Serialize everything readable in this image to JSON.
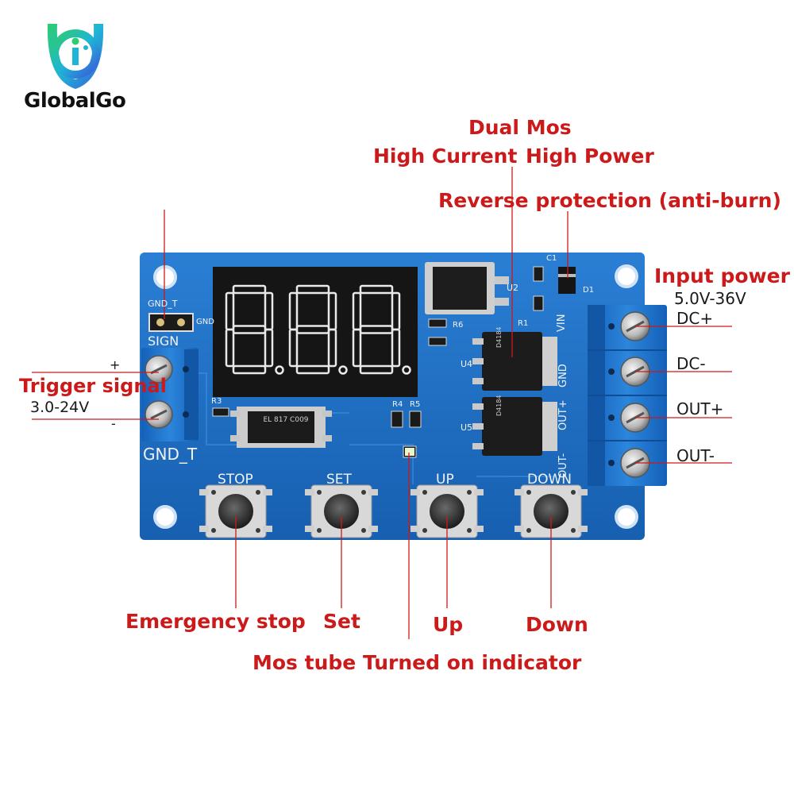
{
  "brand": {
    "name": "GlobalGo"
  },
  "callouts": {
    "dual_mos": "Dual Mos",
    "high_current": "High Current",
    "high_power": "High Power",
    "reverse_protection": "Reverse protection (anti-burn)",
    "input_power": "Input power",
    "input_range": "5.0V-36V",
    "trigger_signal": "Trigger signal",
    "trigger_range": "3.0-24V",
    "emergency_stop": "Emergency stop",
    "set": "Set",
    "up": "Up",
    "down": "Down",
    "mos_indicator": "Mos tube Turned on indicator"
  },
  "terminals": {
    "dc_plus": "DC+",
    "dc_minus": "DC-",
    "out_plus": "OUT+",
    "out_minus": "OUT-",
    "plus": "+",
    "minus": "-"
  },
  "board_labels": {
    "gnd_t_top": "GND_T",
    "gnd_small": "GND",
    "sign": "SIGN",
    "gnd_t_bottom": "GND_T",
    "stop": "STOP",
    "set": "SET",
    "up": "UP",
    "down": "DOWN",
    "vin": "VIN",
    "gnd_v": "GND",
    "out_plus_v": "OUT+",
    "out_minus_v": "OUT-",
    "u2": "U2",
    "u4": "U4",
    "u5": "U5",
    "d1": "D1",
    "c1": "C1",
    "r1": "R1",
    "r3": "R3",
    "r4": "R4",
    "r5": "R5",
    "r6": "R6",
    "optocoupler": "EL 817 C009",
    "mos_marking": "D4184"
  },
  "colors": {
    "pcb": "#1e6fc4",
    "callout": "#cc1a1a",
    "terminal": "#1a74c9",
    "display_segment": "#e9e9e9"
  }
}
